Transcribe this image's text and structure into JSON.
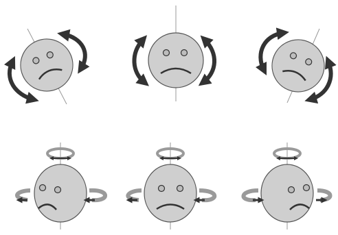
{
  "colors": {
    "face_fill": "#cfcfcf",
    "face_stroke": "#555555",
    "feature": "#333333",
    "axis": "#999999",
    "arrow_dark": "#333333",
    "arrow_light": "#9a9a9a",
    "background": "#ffffff"
  },
  "rows": [
    {
      "name": "roll-row",
      "faces": [
        {
          "name": "tilted-left",
          "rotation": "tilt-left",
          "icon": "sad-face-icon"
        },
        {
          "name": "upright",
          "rotation": "upright",
          "icon": "sad-face-icon"
        },
        {
          "name": "tilted-right",
          "rotation": "tilt-right",
          "icon": "sad-face-icon"
        }
      ]
    },
    {
      "name": "yaw-row",
      "faces": [
        {
          "name": "turned-left",
          "rotation": "turn-left",
          "icon": "sad-face-icon"
        },
        {
          "name": "frontal",
          "rotation": "frontal",
          "icon": "sad-face-icon"
        },
        {
          "name": "turned-right",
          "rotation": "turn-right",
          "icon": "sad-face-icon"
        }
      ]
    }
  ]
}
